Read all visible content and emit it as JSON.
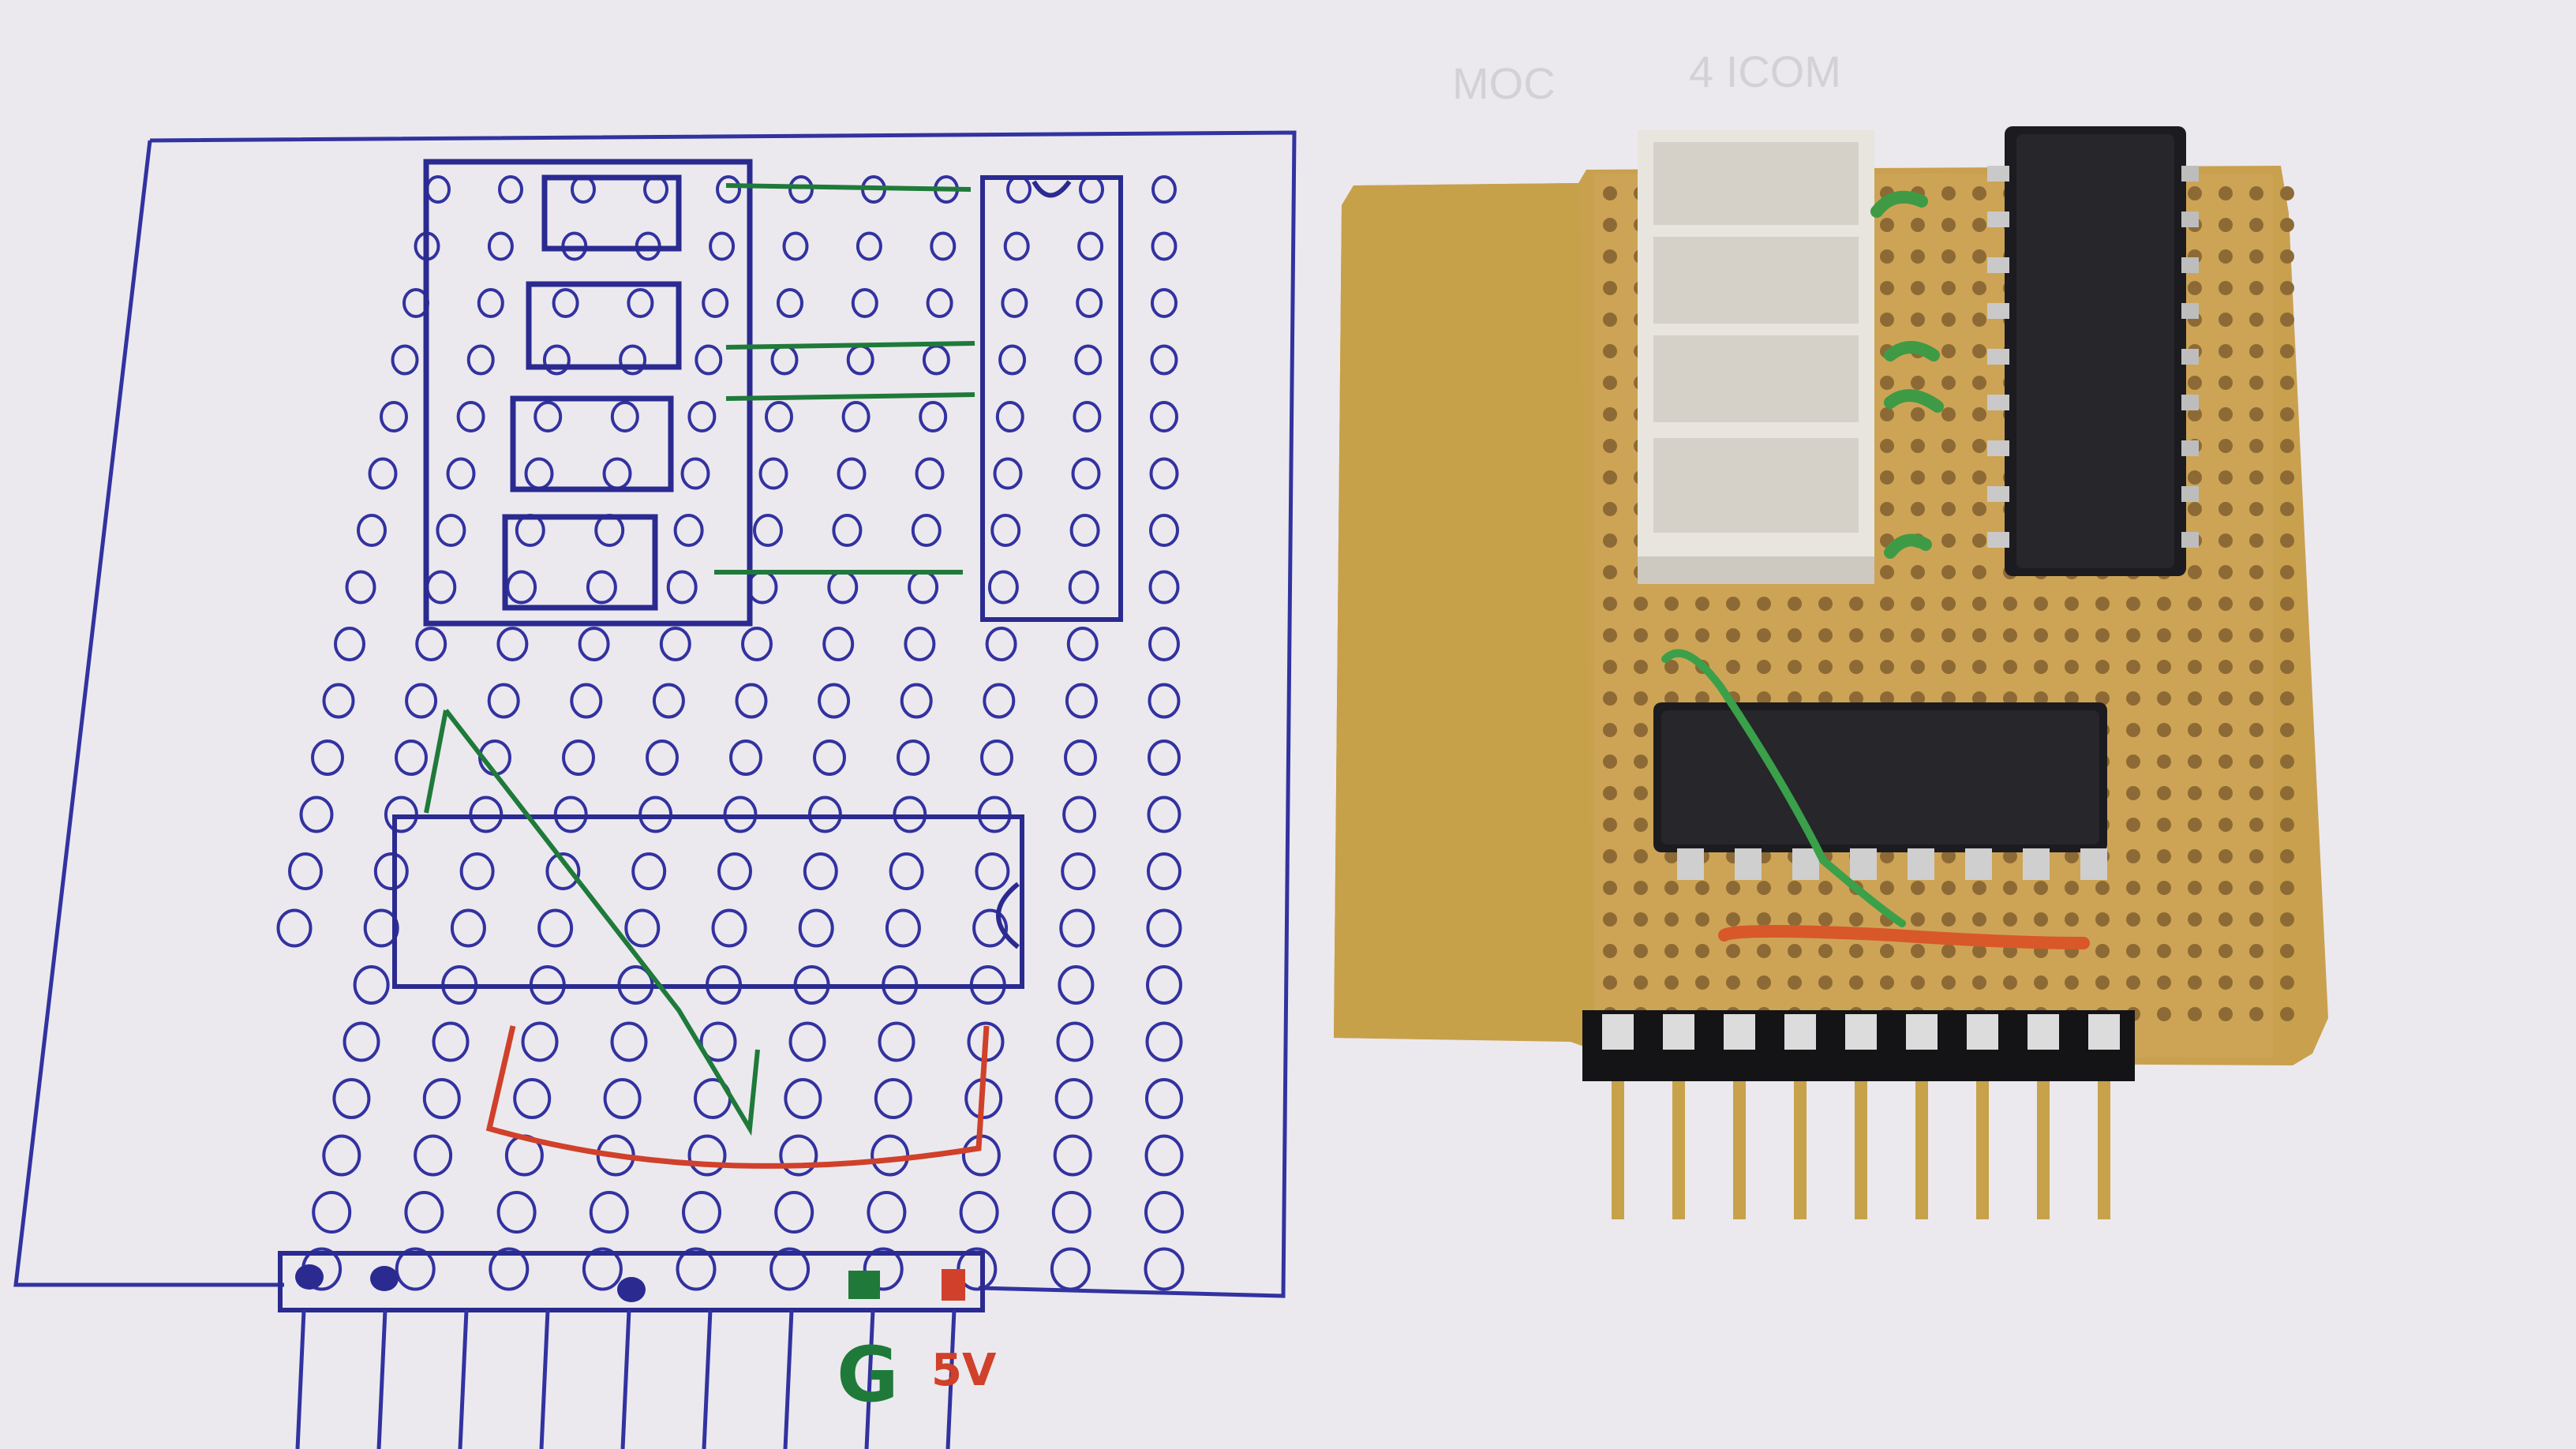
{
  "scene": {
    "description_free": true
  },
  "sketch": {
    "ground_label": "G",
    "supply_label": "5V"
  },
  "paper_print": {
    "fragment_1": "MOC",
    "fragment_2": "4 ICOM"
  },
  "colors": {
    "paper": "#f0eff3",
    "ink_blue": "#2a2a8a",
    "ink_green": "#1f7a3a",
    "ink_red": "#d0402a",
    "board_copper": "#c9a25a",
    "board_hole": "#8a6a3a",
    "ic_body": "#1b1b1f",
    "pin_metal": "#d8d8d8",
    "jumper_green": "#3a9a3a",
    "jumper_red": "#d85a2a",
    "led_display": "#e4e2dc"
  }
}
